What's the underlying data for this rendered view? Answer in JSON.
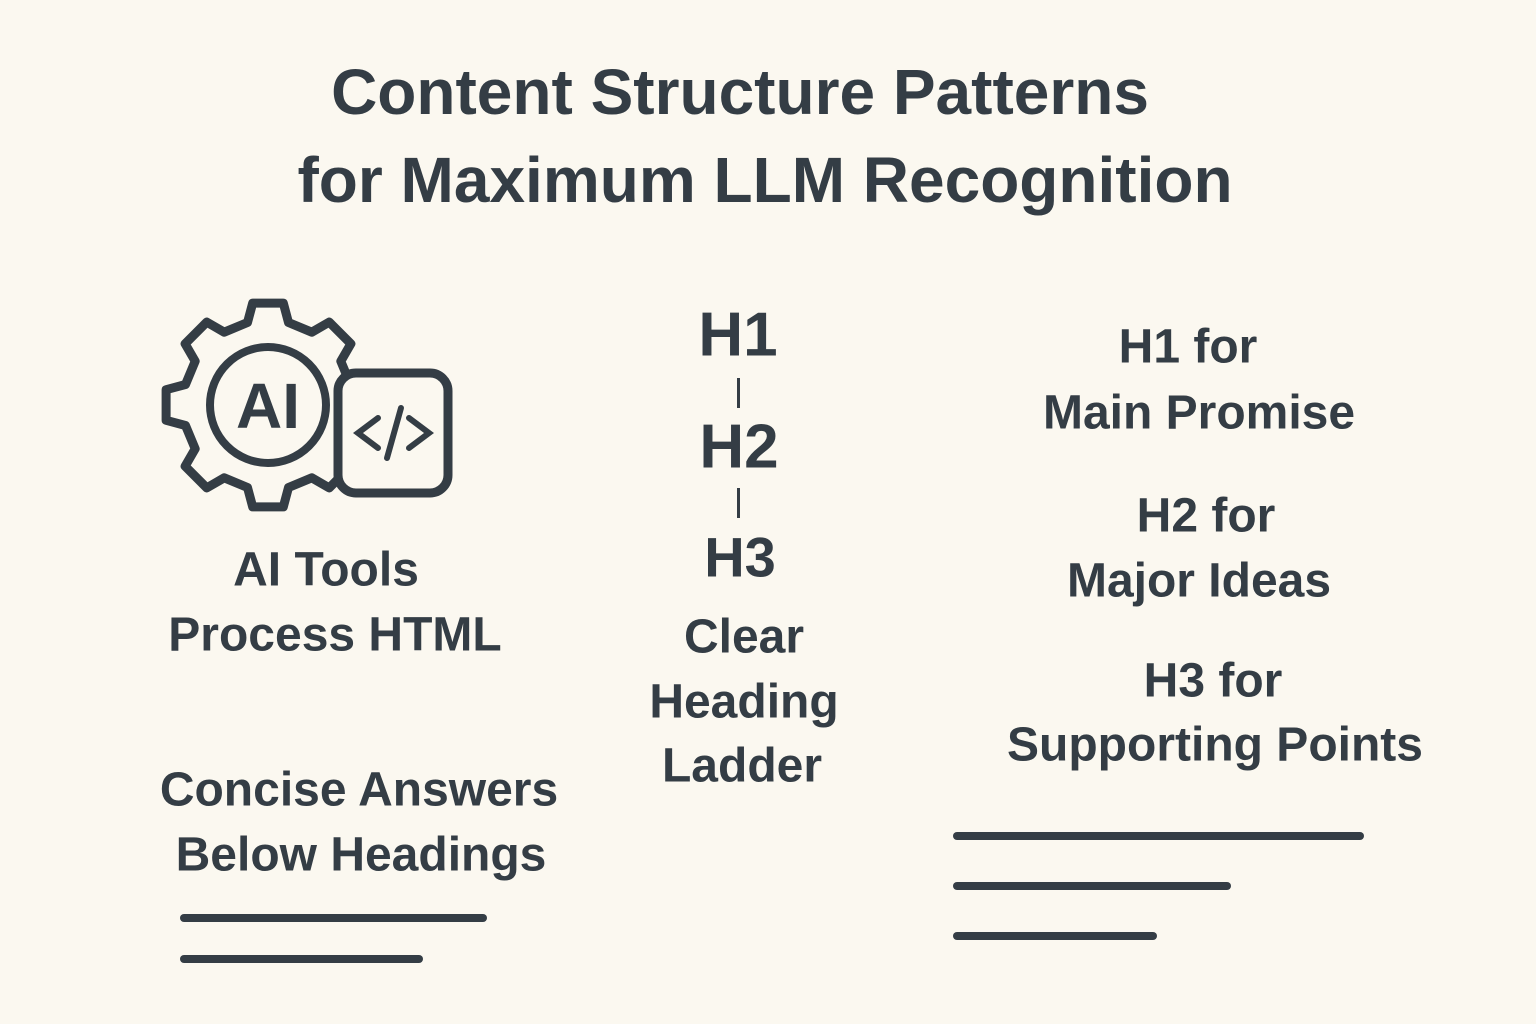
{
  "title": {
    "line1": "Content Structure Patterns",
    "line2": "for Maximum LLM Recognition"
  },
  "icon": {
    "gear_text": "AI",
    "code_symbol": "</>",
    "names": [
      "gear-icon",
      "code-window-icon"
    ]
  },
  "left": {
    "caption_line1": "AI Tools",
    "caption_line2": "Process HTML",
    "answers_line1": "Concise Answers",
    "answers_line2": "Below Headings"
  },
  "middle": {
    "levels": [
      "H1",
      "H2",
      "H3"
    ],
    "caption": [
      "Clear",
      "Heading",
      "Ladder"
    ]
  },
  "right": {
    "items": [
      {
        "level": "H1 for",
        "desc": "Main Promise"
      },
      {
        "level": "H2 for",
        "desc": "Major Ideas"
      },
      {
        "level": "H3 for",
        "desc": "Supporting Points"
      }
    ]
  },
  "colors": {
    "background": "#fbf8f0",
    "ink": "#343d45"
  }
}
